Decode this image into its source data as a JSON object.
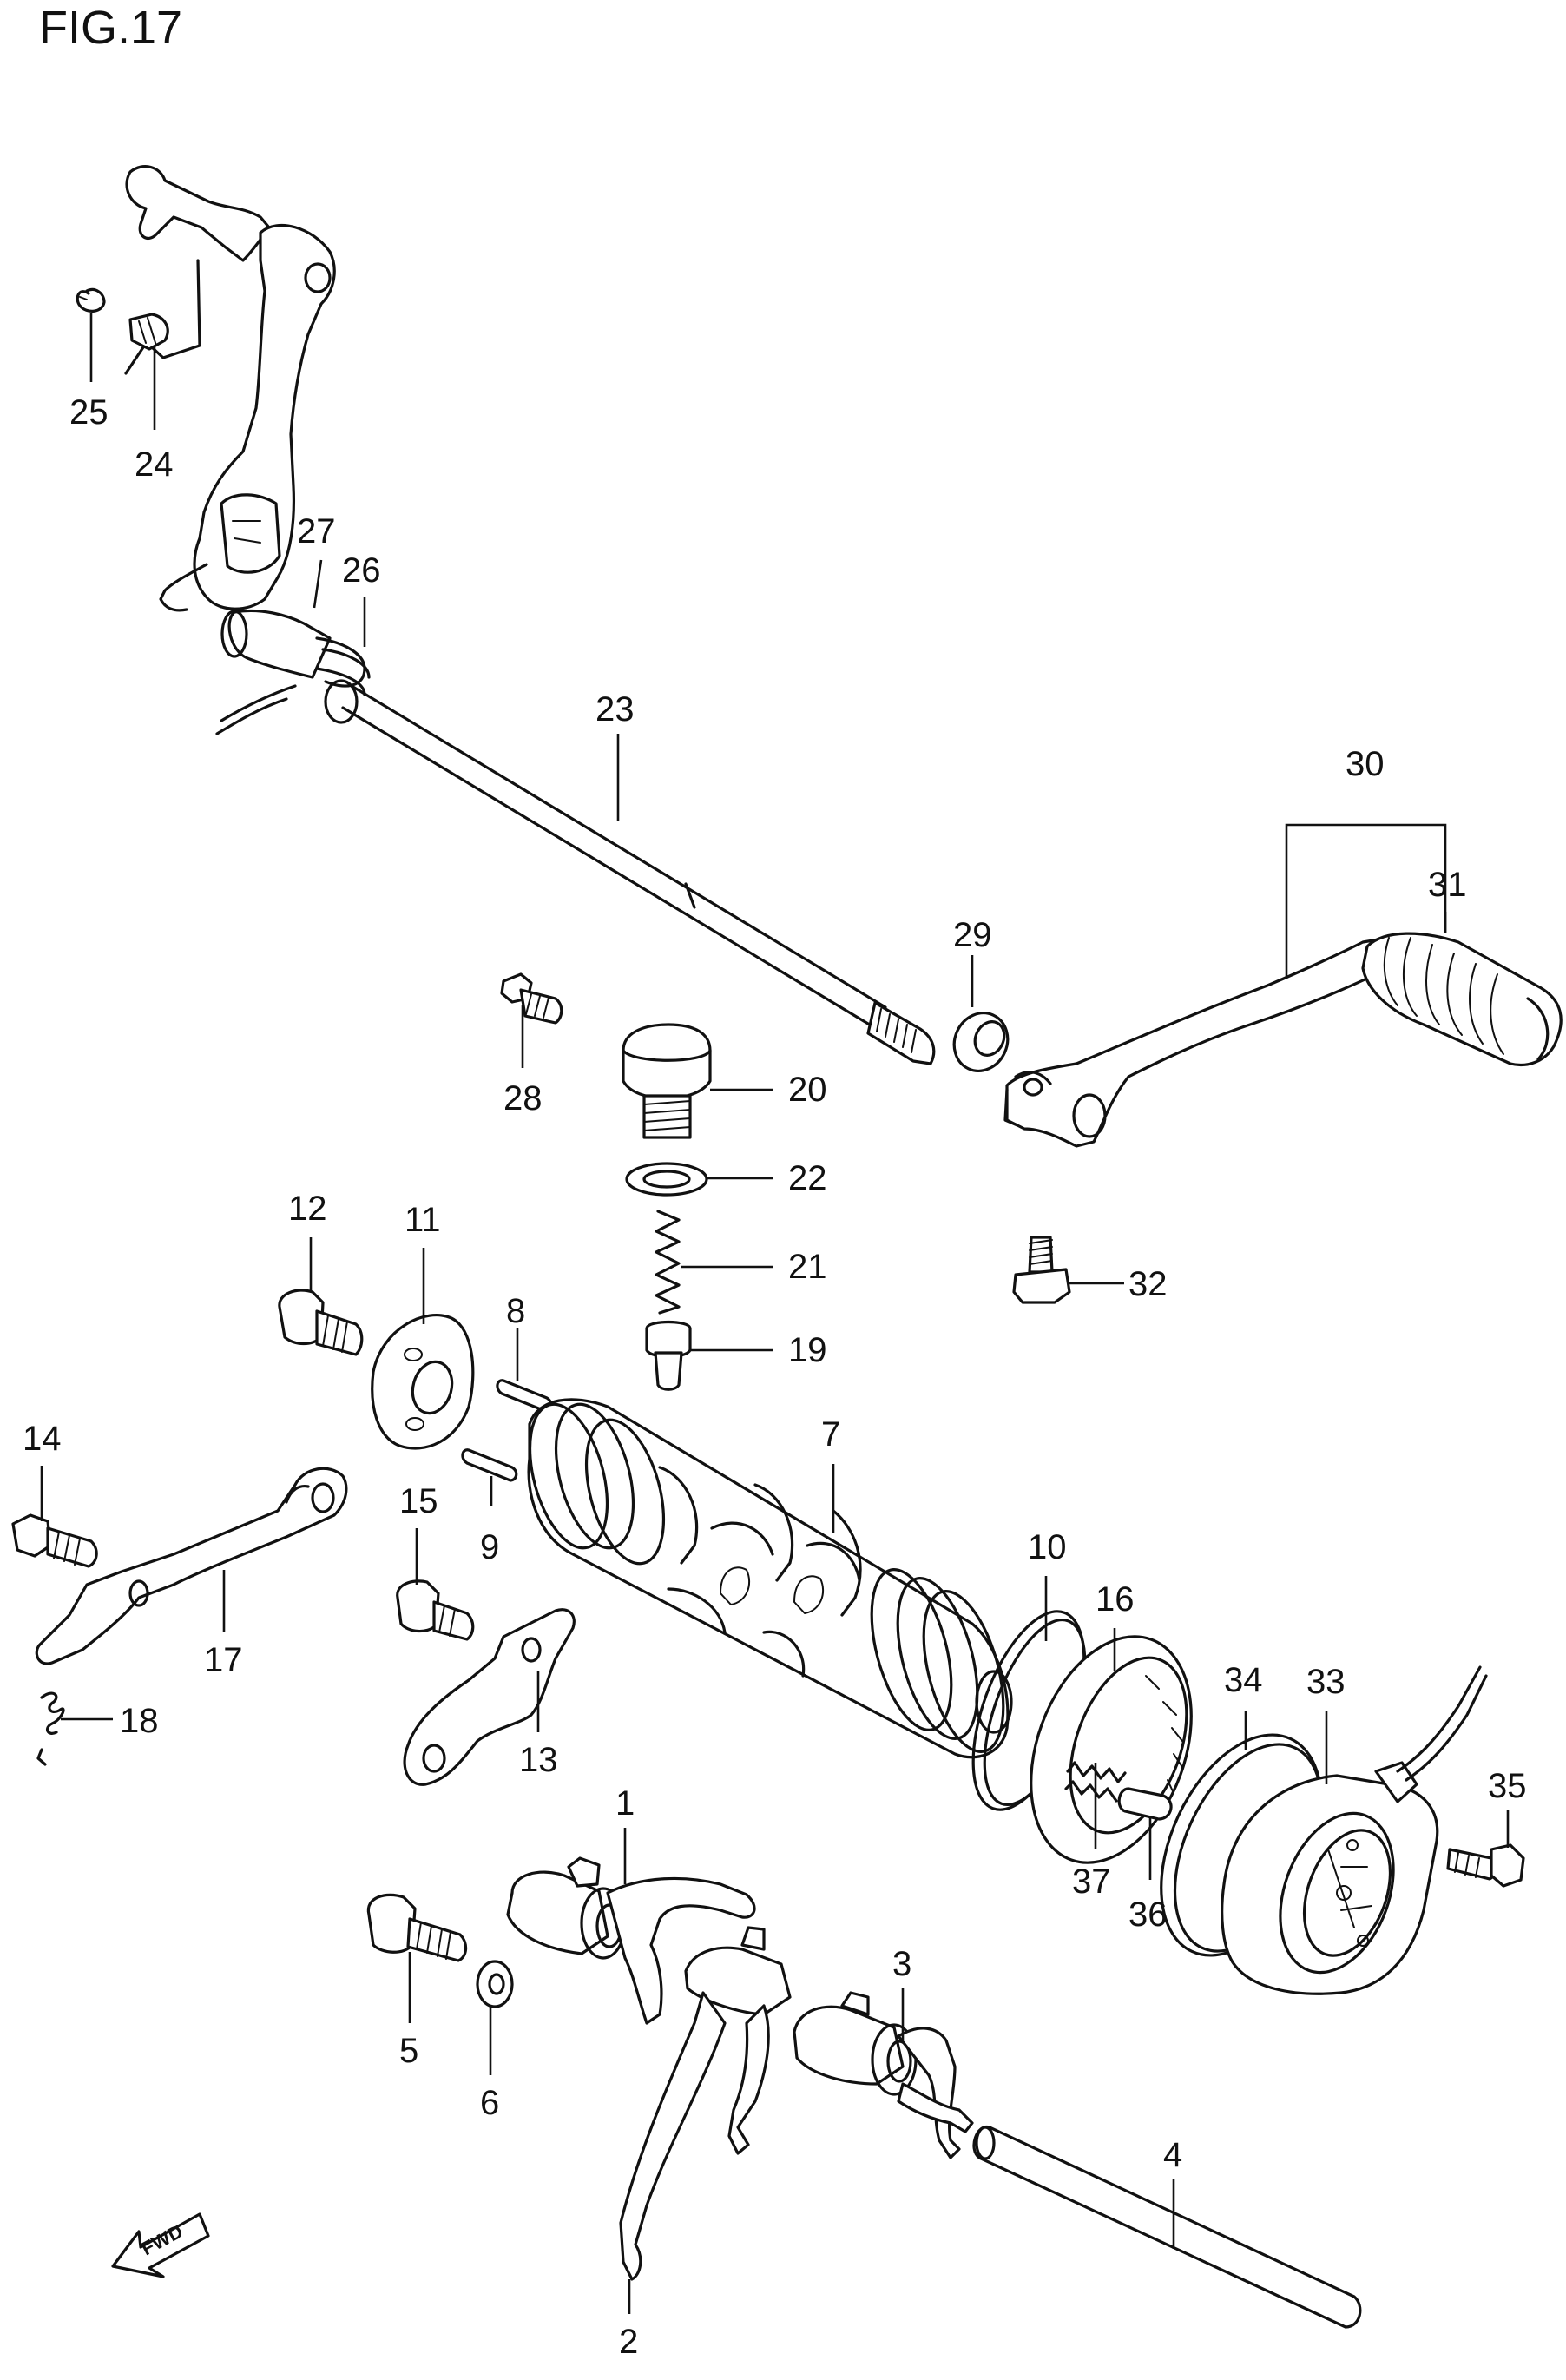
{
  "figure": {
    "title": "FIG.17"
  },
  "direction_indicator": {
    "text": "FWD"
  },
  "callouts": [
    {
      "id": "c1",
      "text": "1"
    },
    {
      "id": "c2",
      "text": "2"
    },
    {
      "id": "c3",
      "text": "3"
    },
    {
      "id": "c4",
      "text": "4"
    },
    {
      "id": "c5",
      "text": "5"
    },
    {
      "id": "c6",
      "text": "6"
    },
    {
      "id": "c7",
      "text": "7"
    },
    {
      "id": "c8",
      "text": "8"
    },
    {
      "id": "c9",
      "text": "9"
    },
    {
      "id": "c10",
      "text": "10"
    },
    {
      "id": "c11",
      "text": "11"
    },
    {
      "id": "c12",
      "text": "12"
    },
    {
      "id": "c13",
      "text": "13"
    },
    {
      "id": "c14",
      "text": "14"
    },
    {
      "id": "c15",
      "text": "15"
    },
    {
      "id": "c16",
      "text": "16"
    },
    {
      "id": "c17",
      "text": "17"
    },
    {
      "id": "c18",
      "text": "18"
    },
    {
      "id": "c19",
      "text": "19"
    },
    {
      "id": "c20",
      "text": "20"
    },
    {
      "id": "c21",
      "text": "21"
    },
    {
      "id": "c22",
      "text": "22"
    },
    {
      "id": "c23",
      "text": "23"
    },
    {
      "id": "c24",
      "text": "24"
    },
    {
      "id": "c25",
      "text": "25"
    },
    {
      "id": "c26",
      "text": "26"
    },
    {
      "id": "c27",
      "text": "27"
    },
    {
      "id": "c28",
      "text": "28"
    },
    {
      "id": "c29",
      "text": "29"
    },
    {
      "id": "c30",
      "text": "30"
    },
    {
      "id": "c31",
      "text": "31"
    },
    {
      "id": "c32",
      "text": "32"
    },
    {
      "id": "c33",
      "text": "33"
    },
    {
      "id": "c34",
      "text": "34"
    },
    {
      "id": "c35",
      "text": "35"
    },
    {
      "id": "c36",
      "text": "36"
    },
    {
      "id": "c37",
      "text": "37"
    }
  ]
}
